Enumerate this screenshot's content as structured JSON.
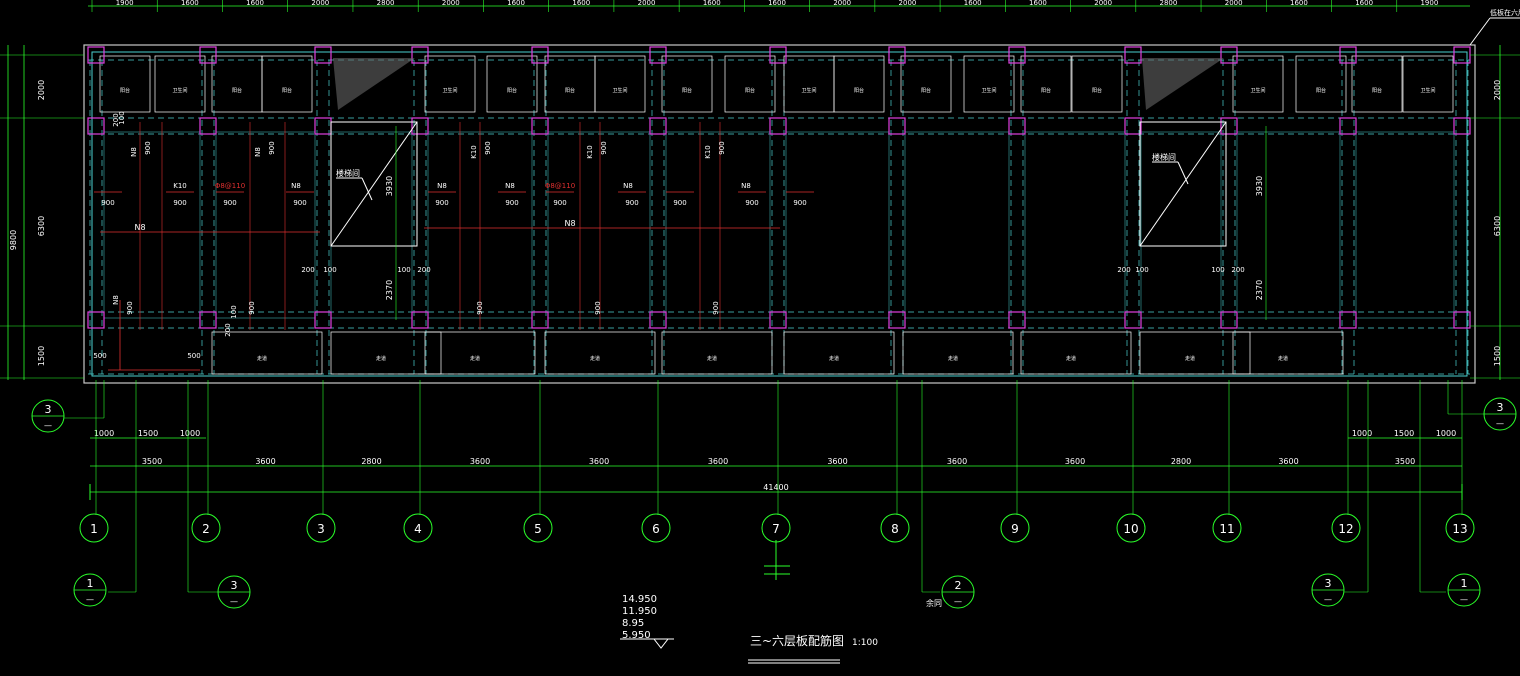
{
  "drawing": {
    "title": "三~六层板配筋图",
    "scale": "1:100",
    "elevations": [
      "14.950",
      "11.950",
      "8.95",
      "5.950"
    ],
    "corner_note": "低板在六层处",
    "overall_dim": "41400",
    "left_dims": [
      "2000",
      "9800",
      "6300",
      "1500"
    ],
    "right_dims": [
      "2000",
      "6300",
      "1500"
    ],
    "top_dims": [
      "1900",
      "1600",
      "1600",
      "2000",
      "2800",
      "2000",
      "1600",
      "1600",
      "2000",
      "1600",
      "1600",
      "2000",
      "2000",
      "1600",
      "1600",
      "2000",
      "2800",
      "2000",
      "1600",
      "1600",
      "1900"
    ],
    "bay_dims": [
      "3500",
      "3600",
      "2800",
      "3600",
      "3600",
      "3600",
      "3600",
      "3600",
      "3600",
      "2800",
      "3600",
      "3500"
    ],
    "bottom_sub_left": [
      "1000",
      "1500",
      "1000"
    ],
    "bottom_sub_right": [
      "1000",
      "1500",
      "1000"
    ],
    "axis_labels": [
      "1",
      "2",
      "3",
      "4",
      "5",
      "6",
      "7",
      "8",
      "9",
      "10",
      "11",
      "12",
      "13"
    ],
    "detail_markers": [
      {
        "num": "3",
        "sub": "—"
      },
      {
        "num": "3",
        "sub": "—"
      },
      {
        "num": "1",
        "sub": "—"
      },
      {
        "num": "3",
        "sub": "—"
      },
      {
        "num": "2",
        "sub": "—"
      },
      {
        "num": "3",
        "sub": "—"
      },
      {
        "num": "1",
        "sub": "—"
      }
    ],
    "detail_note": "余同",
    "stair_label": "楼梯间",
    "stair_dims": [
      "3930",
      "2370"
    ],
    "wall_offsets": [
      "200",
      "100",
      "200",
      "100",
      "100",
      "200",
      "200",
      "100",
      "100",
      "200"
    ],
    "rebar_labels": {
      "n8": "N8",
      "k10": "K10",
      "phi8": "Φ8@110",
      "len900": "900",
      "len500": "500"
    },
    "room_labels": [
      "阳台",
      "卫生间",
      "阳台",
      "走道"
    ]
  }
}
